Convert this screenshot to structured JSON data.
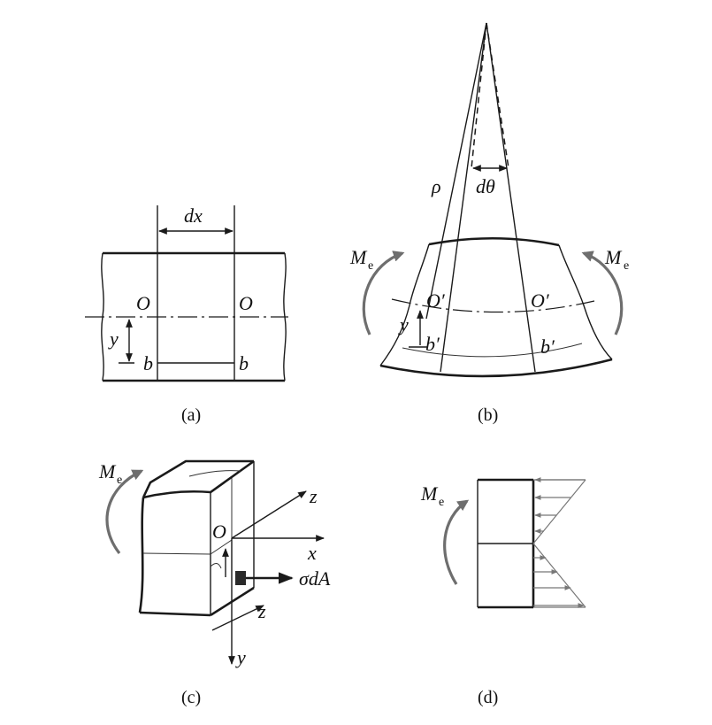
{
  "panels": {
    "a": {
      "caption": "(a)",
      "dim_label": "dx",
      "point_left": "O",
      "point_right": "O",
      "fiber_left": "b",
      "fiber_right": "b",
      "y_label": "y"
    },
    "b": {
      "caption": "(b)",
      "rho_label": "ρ",
      "angle_label": "dθ",
      "moment_left": "M",
      "moment_left_sub": "e",
      "moment_right": "M",
      "moment_right_sub": "e",
      "point_left": "O′",
      "point_right": "O′",
      "fiber_left": "b′",
      "fiber_right": "b′",
      "y_label": "y"
    },
    "c": {
      "caption": "(c)",
      "moment": "M",
      "moment_sub": "e",
      "origin": "O",
      "axis_x": "x",
      "axis_y": "y",
      "axis_z": "z",
      "axis_z_small": "z",
      "force_label": "σdA"
    },
    "d": {
      "caption": "(d)",
      "moment": "M",
      "moment_sub": "e"
    }
  },
  "colors": {
    "line": "#1a1a1a",
    "arrow_gray": "#6e6e6e",
    "stress_arrow": "#777777"
  }
}
